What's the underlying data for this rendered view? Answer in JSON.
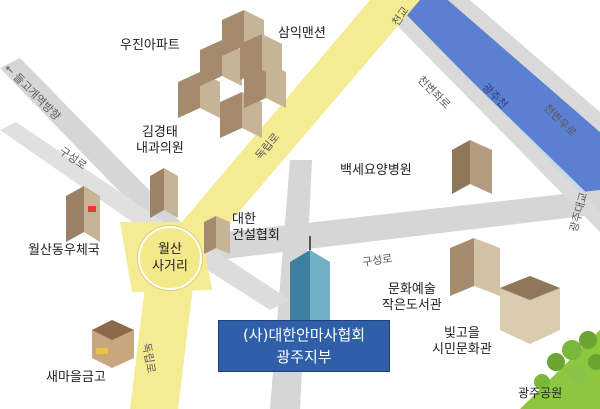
{
  "places": {
    "woojin_apt": "우진아파트",
    "samik_mansion": "삼익맨션",
    "kim_clinic_line1": "김경태",
    "kim_clinic_line2": "내과의원",
    "baekse_hospital": "백세요양병원",
    "post_office": "월산동우체국",
    "construction_line1": "대한",
    "construction_line2": "건설협회",
    "intersection_line1": "월산",
    "intersection_line2": "사거리",
    "library_line1": "문화예술",
    "library_line2": "작은도서관",
    "culture_center_line1": "빛고을",
    "culture_center_line2": "시민문화관",
    "credit_union": "새마을금고",
    "gwangju_park": "광주공원"
  },
  "roads": {
    "main_road_top": "독립로",
    "main_road_bottom": "독립로",
    "guseong_left": "구성로",
    "guseong_right": "구성로",
    "pass_road": "← 들고개역방향",
    "cheongyo": "천교",
    "cheonbyeon_jwa": "천변좌로",
    "cheonbyeon_u": "천변우로",
    "gwangju_bridge": "광주대교"
  },
  "river": {
    "name": "광주천"
  },
  "destination": {
    "line1": "(사)대한안마사협회",
    "line2": "광주지부"
  },
  "colors": {
    "main_road": "#f5eb93",
    "secondary_road": "#d6d6d6",
    "river": "#5b7fd1",
    "callout": "#2e5fa8",
    "park": "#8ec63f"
  }
}
